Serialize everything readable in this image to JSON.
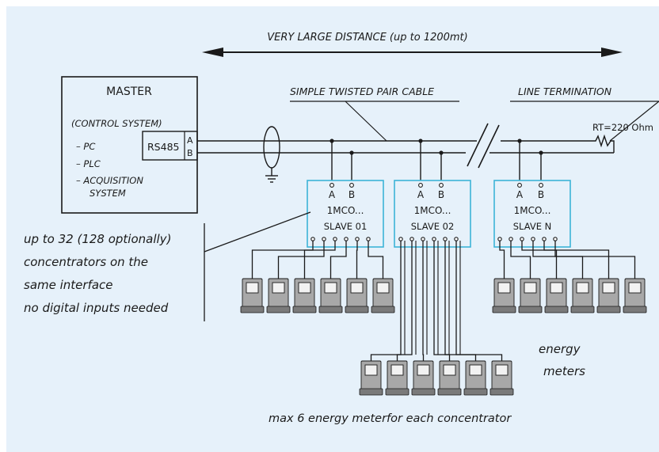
{
  "distance_label": "VERY LARGE DISTANCE (up to 1200mt)",
  "cable_label": "SIMPLE TWISTED PAIR CABLE",
  "termination": {
    "label": "LINE TERMINATION",
    "resistor": "RT=220 Ohm"
  },
  "master": {
    "title": "MASTER",
    "subtitle": "(CONTROL SYSTEM)",
    "items": [
      "– PC",
      "– PLC",
      "– ACQUISITION",
      "SYSTEM"
    ],
    "port": "RS485",
    "pin_a": "A",
    "pin_b": "B"
  },
  "slaves": [
    {
      "pin_a": "A",
      "pin_b": "B",
      "model": "1MCO...",
      "name": "SLAVE 01"
    },
    {
      "pin_a": "A",
      "pin_b": "B",
      "model": "1MCO...",
      "name": "SLAVE 02"
    },
    {
      "pin_a": "A",
      "pin_b": "B",
      "model": "1MCO...",
      "name": "SLAVE N"
    }
  ],
  "side_note": [
    "up to 32 (128 optionally)",
    "concentrators on the",
    "same interface",
    "no digital inputs needed"
  ],
  "meters_label": [
    "energy",
    "meters"
  ],
  "footer_note": "max 6 energy meterfor each concentrator",
  "meters_per_slave": 6,
  "colors": {
    "background": "#e6f1fa",
    "frame": "#ffffff",
    "line": "#1a1a1a",
    "slave_border": "#3cb4d8",
    "meter_fill": "#a8a8a8",
    "meter_dark": "#7a7a7a",
    "meter_screen": "#f2f2f2"
  }
}
